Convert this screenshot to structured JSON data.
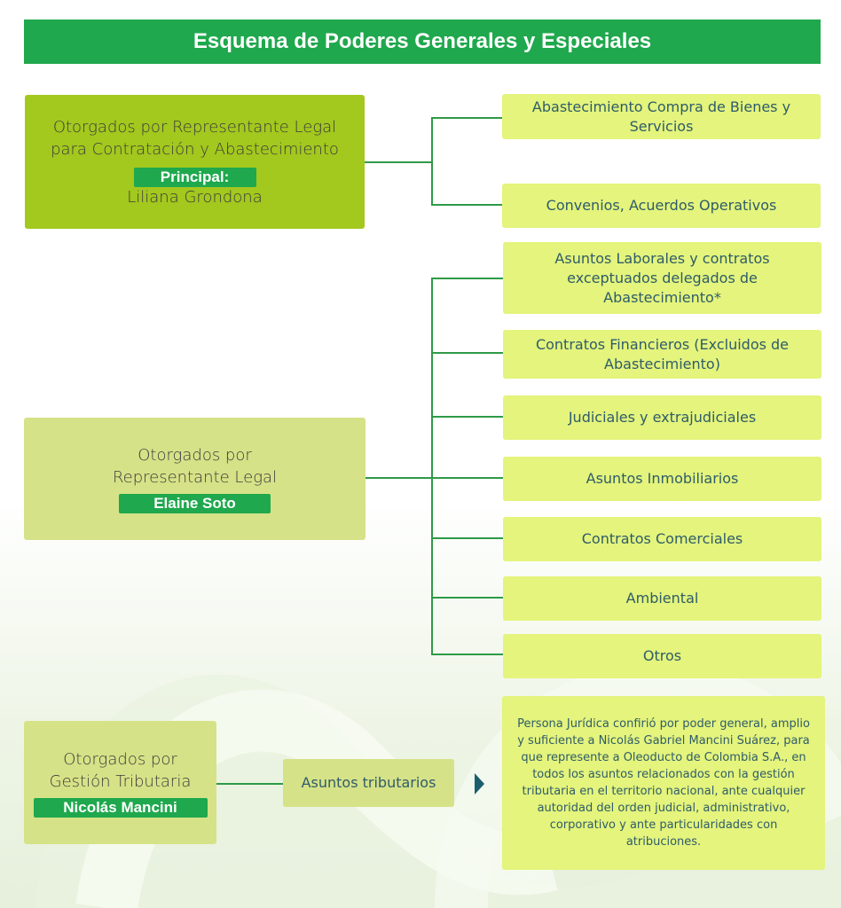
{
  "title": "Esquema de Poderes Generales y Especiales",
  "groups": [
    {
      "title": "Otorgados por Representante Legal para Contratación y Abastecimiento",
      "badge": "Principal:",
      "name": "Liliana Grondona",
      "items": [
        "Abastecimiento Compra de Bienes y Servicios",
        "Convenios, Acuerdos Operativos"
      ]
    },
    {
      "title": "Otorgados por Representante Legal",
      "badge": "Elaine Soto",
      "items": [
        "Asuntos Laborales y contratos exceptuados delegados de Abastecimiento*",
        "Contratos Financieros (Excluidos de Abastecimiento)",
        "Judiciales y extrajudiciales",
        "Asuntos Inmobiliarios",
        "Contratos Comerciales",
        "Ambiental",
        "Otros"
      ]
    },
    {
      "title": "Otorgados por Gestión Tributaria",
      "badge": "Nicolás Mancini",
      "items": [
        "Asuntos tributarios"
      ],
      "note": "Persona Jurídica confirió por poder general, amplio y suficiente a Nicolás Gabriel Mancini Suárez, para que represente a Oleoducto de Colombia S.A., en todos los asuntos relacionados con la gestión tributaria en el territorio nacional, ante cualquier autoridad del orden judicial, administrativo, corporativo y ante particularidades con atribuciones."
    }
  ],
  "colors": {
    "banner": "#1fa84d",
    "group1_box": "#a3c81e",
    "group_box": "#d6e287",
    "leaf_box": "#e4f47c",
    "connector": "#2e9a47",
    "arrow": "#1b5f6f"
  }
}
